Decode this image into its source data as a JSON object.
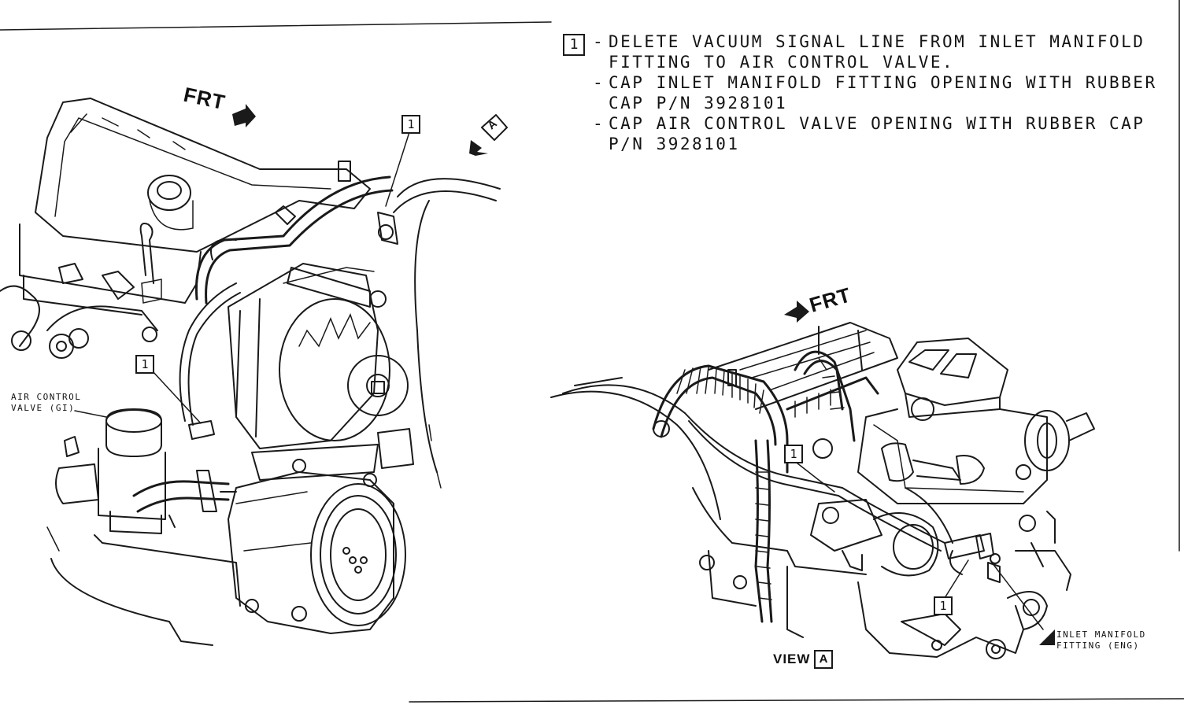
{
  "notes": {
    "key": "1",
    "line1": "DELETE VACUUM SIGNAL LINE FROM INLET MANIFOLD",
    "line1b": "FITTING TO AIR CONTROL VALVE.",
    "line2": "CAP INLET MANIFOLD FITTING OPENING WITH RUBBER",
    "line2b": "CAP P/N 3928101",
    "line3": "CAP AIR CONTROL VALVE OPENING WITH RUBBER CAP",
    "line3b": "P/N 3928101",
    "dash": "-"
  },
  "left_view": {
    "frt_label": "FRT",
    "view_arrow_label": "A",
    "callout": "1",
    "air_control_label_1": "AIR CONTROL",
    "air_control_label_2": "VALVE (GI)"
  },
  "right_view": {
    "frt_label": "FRT",
    "callout": "1",
    "view_label": "VIEW",
    "view_key": "A",
    "fitting_label_1": "INLET MANIFOLD",
    "fitting_label_2": "FITTING (ENG)"
  }
}
